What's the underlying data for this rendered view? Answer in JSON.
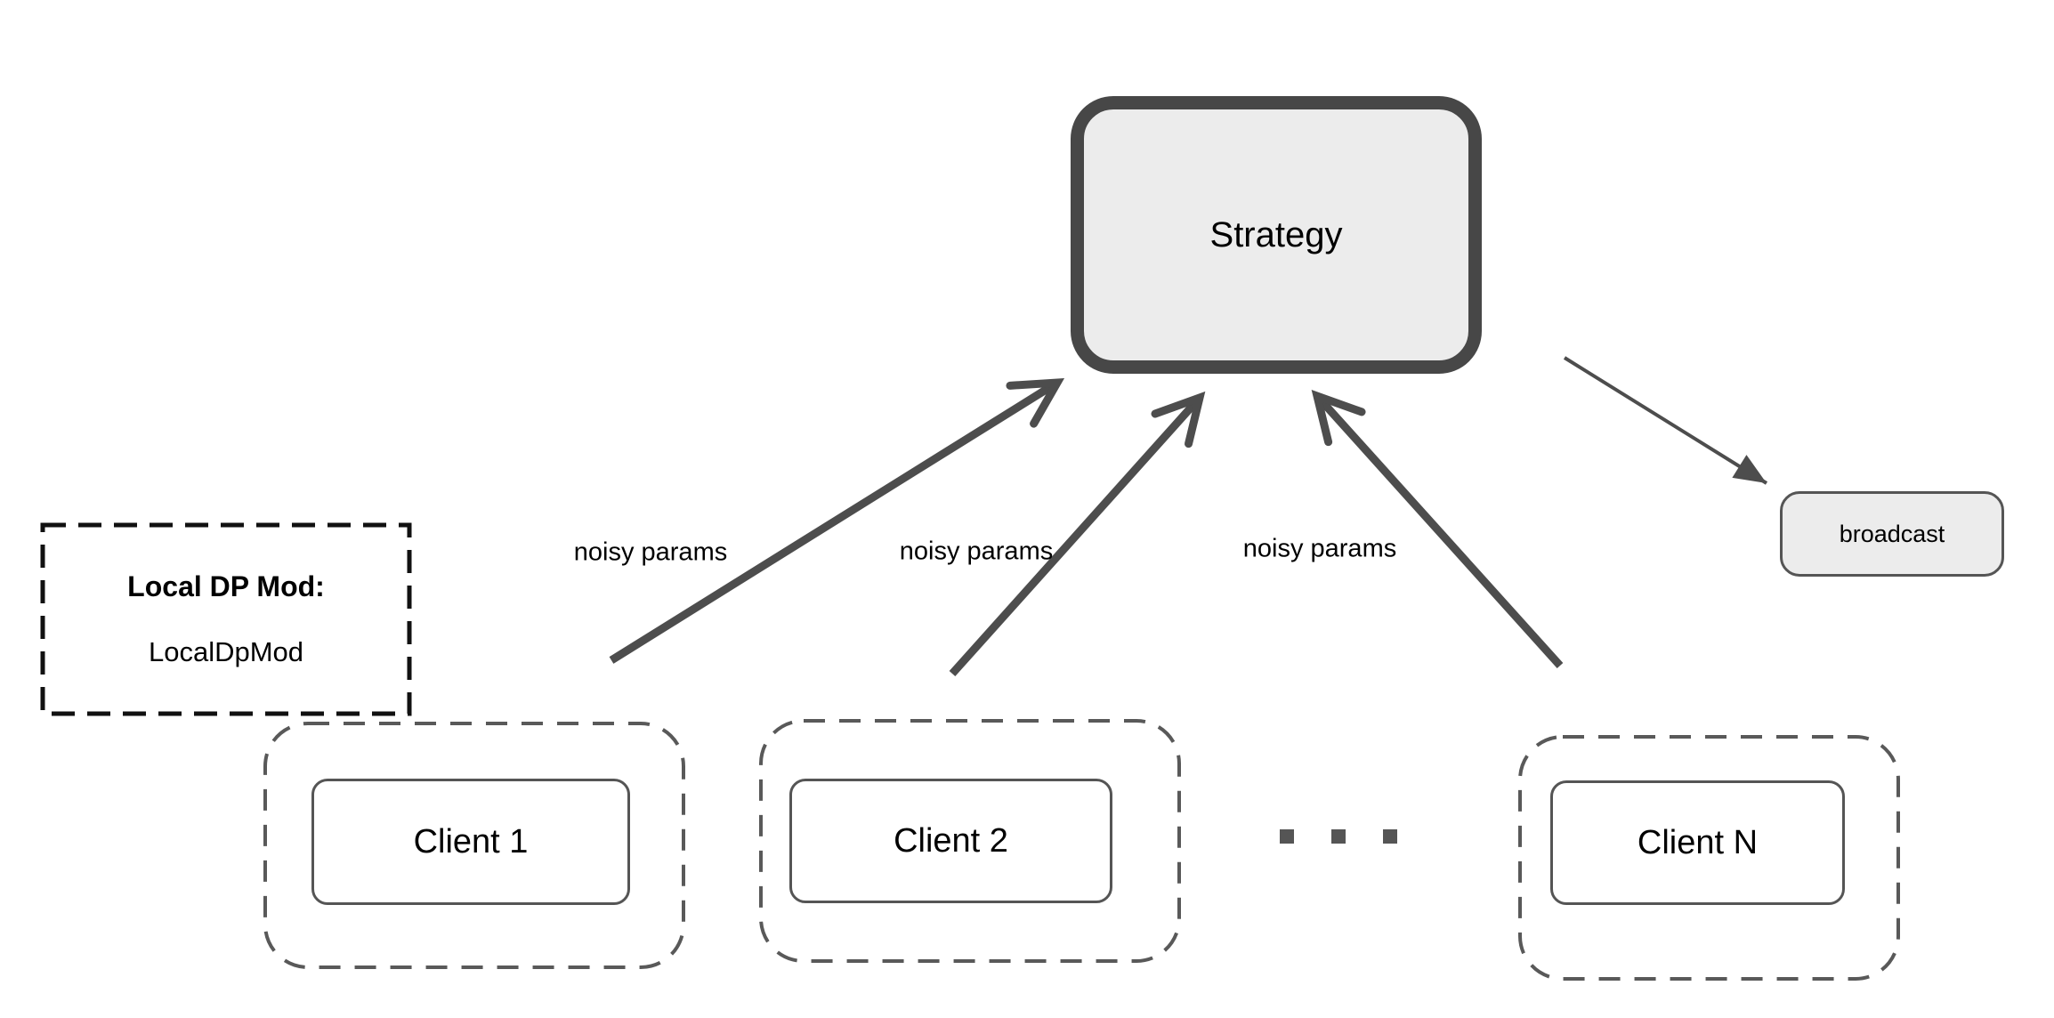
{
  "colors": {
    "canvas-bg": "#ffffff",
    "node-fill": "#ececec",
    "node-border": "#474747",
    "thin-border": "#555555",
    "dash-border": "#595959",
    "ink-dash": "#111111",
    "arrow": "#4d4d4d",
    "text": "#000000"
  },
  "strategy": {
    "label": "Strategy"
  },
  "broadcast": {
    "label": "broadcast"
  },
  "local_dp": {
    "title": "Local DP Mod:",
    "value": "LocalDpMod"
  },
  "clients": [
    {
      "label": "Client 1"
    },
    {
      "label": "Client 2"
    },
    {
      "label": "Client N"
    }
  ],
  "edges": [
    {
      "label": "noisy params"
    },
    {
      "label": "noisy params"
    },
    {
      "label": "noisy params"
    }
  ]
}
